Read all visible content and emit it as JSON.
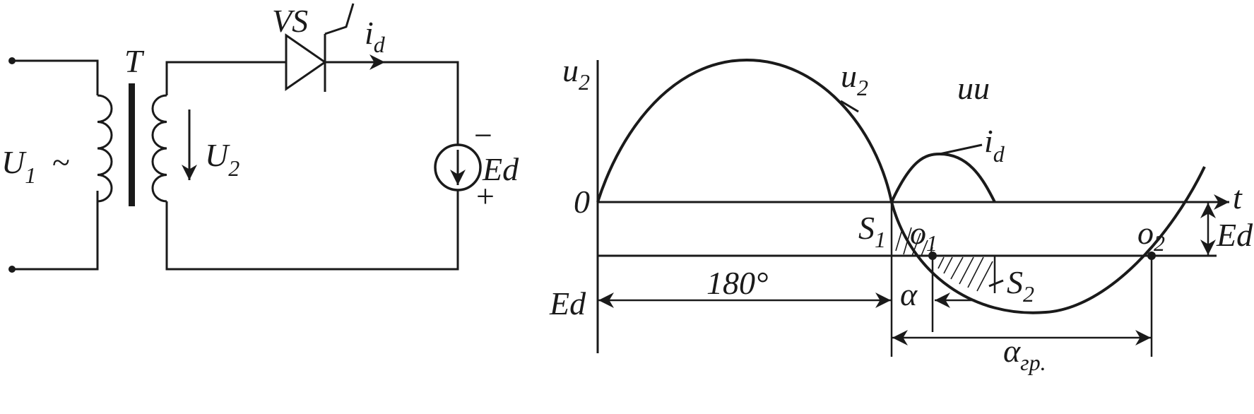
{
  "circuit": {
    "primary_voltage": "U",
    "primary_voltage_sub": "1",
    "ac_symbol": "~",
    "transformer": "T",
    "secondary_voltage": "U",
    "secondary_voltage_sub": "2",
    "thyristor": "VS",
    "current": "i",
    "current_sub": "d",
    "source": "Ed",
    "source_minus": "−",
    "source_plus": "+"
  },
  "graph": {
    "y_axis": "u",
    "y_axis_sub": "2",
    "origin": "0",
    "voltage_curve": "u",
    "voltage_curve_sub": "2",
    "top_label": "uu",
    "current_curve": "i",
    "current_curve_sub": "d",
    "time_axis": "t",
    "ed_right": "Ed",
    "ed_left": "Ed",
    "s1": "S",
    "s1_sub": "1",
    "o1": "o",
    "o1_sub": "1",
    "o2": "o",
    "o2_sub": "2",
    "s2": "S",
    "s2_sub": "2",
    "angle_180": "180°",
    "alpha": "α",
    "alpha_gr": "α",
    "alpha_gr_sub": "гр."
  }
}
